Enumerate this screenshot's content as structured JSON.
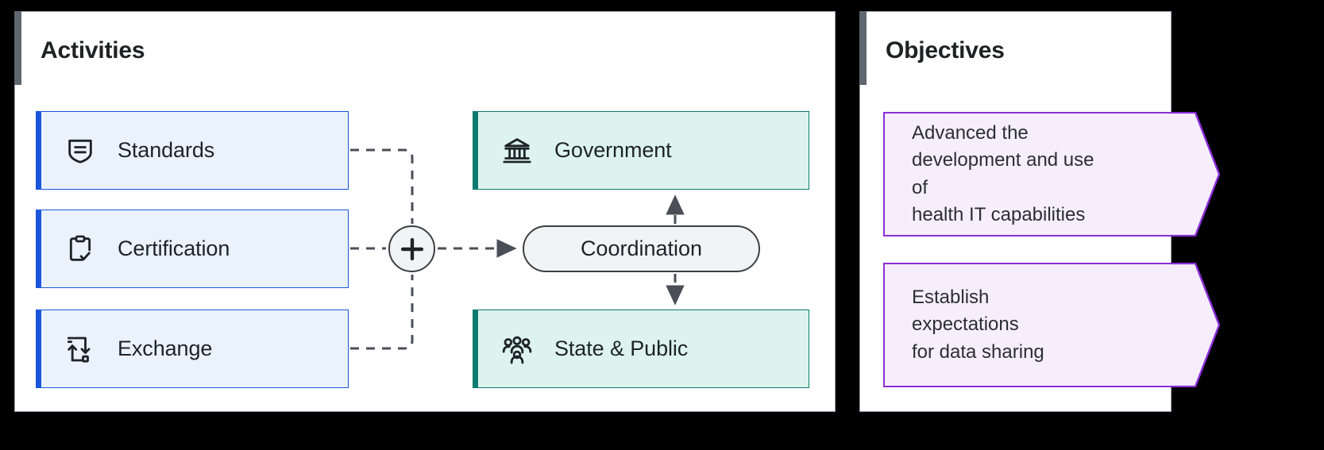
{
  "panels": {
    "activities": {
      "title": "Activities",
      "accent_color": "#5f6771",
      "nodes": [
        {
          "label": "Standards",
          "icon": "shield-document-icon",
          "accent_color": "#1a56db",
          "fill_color": "#eaf2fd"
        },
        {
          "label": "Certification",
          "icon": "clipboard-check-icon",
          "accent_color": "#1a56db",
          "fill_color": "#eaf2fd"
        },
        {
          "label": "Exchange",
          "icon": "data-exchange-icon",
          "accent_color": "#1a56db",
          "fill_color": "#eaf2fd"
        },
        {
          "label": "Government",
          "icon": "bank-institution-icon",
          "accent_color": "#0b7b6f",
          "fill_color": "#ddf4ee"
        },
        {
          "label": "State & Public",
          "icon": "people-group-icon",
          "accent_color": "#0b7b6f",
          "fill_color": "#ddf4ee"
        }
      ],
      "junction": {
        "label": "+",
        "icon": "plus-icon"
      },
      "hub": {
        "label": "Coordination"
      },
      "connector_color": "#4a4f57",
      "connector_style": "dashed"
    },
    "objectives": {
      "title": "Objectives",
      "accent_color": "#5f6771",
      "items": [
        {
          "text": "Advanced the\ndevelopment and use of\nhealth IT capabilities",
          "border_color": "#8b2fd8",
          "fill_color": "#f6eefc"
        },
        {
          "text": "Establish expectations\nfor data sharing",
          "border_color": "#8b2fd8",
          "fill_color": "#f6eefc"
        }
      ]
    }
  },
  "background_color": "#000000"
}
